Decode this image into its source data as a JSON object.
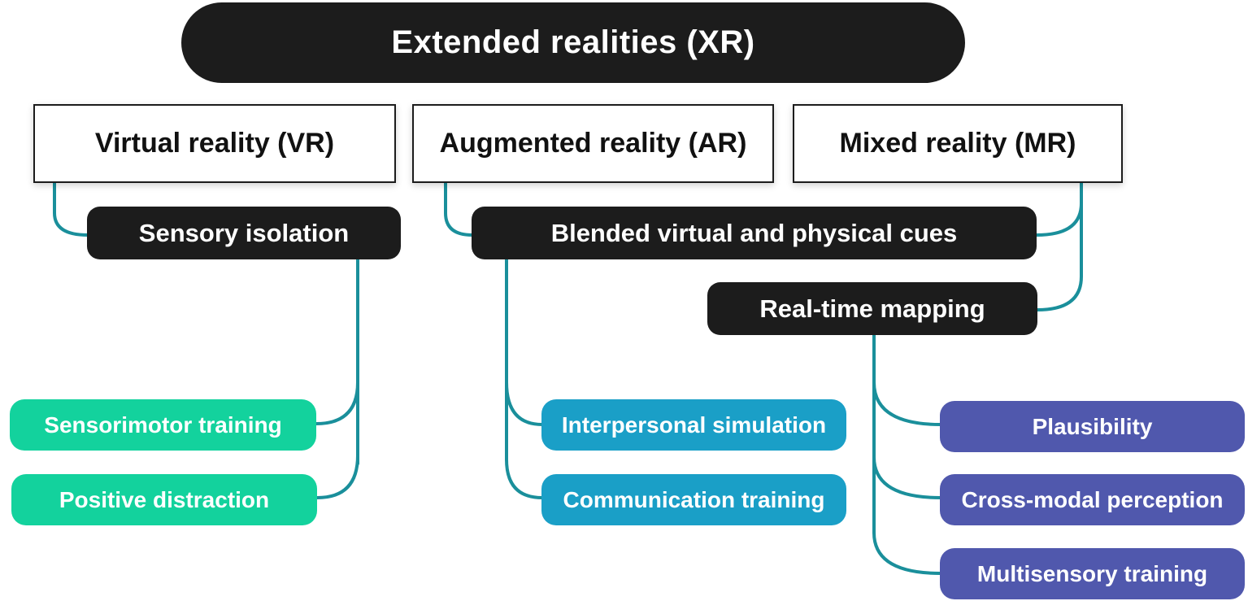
{
  "colors": {
    "connector": "#1a8f9b",
    "dark_box": "#1c1c1c",
    "vr_app": "#13d29d",
    "ar_app": "#1a9fc7",
    "mr_app": "#5058ad"
  },
  "root": {
    "label": "Extended realities (XR)"
  },
  "categories": [
    {
      "label": "Virtual reality (VR)"
    },
    {
      "label": "Augmented reality (AR)"
    },
    {
      "label": "Mixed reality (MR)"
    }
  ],
  "mechanisms": [
    {
      "label": "Sensory isolation"
    },
    {
      "label": "Blended virtual and physical cues"
    },
    {
      "label": "Real-time mapping"
    }
  ],
  "applications": {
    "vr": [
      {
        "label": "Sensorimotor training"
      },
      {
        "label": "Positive distraction"
      }
    ],
    "ar": [
      {
        "label": "Interpersonal simulation"
      },
      {
        "label": "Communication training"
      }
    ],
    "mr": [
      {
        "label": "Plausibility"
      },
      {
        "label": "Cross-modal perception"
      },
      {
        "label": "Multisensory training"
      }
    ]
  }
}
